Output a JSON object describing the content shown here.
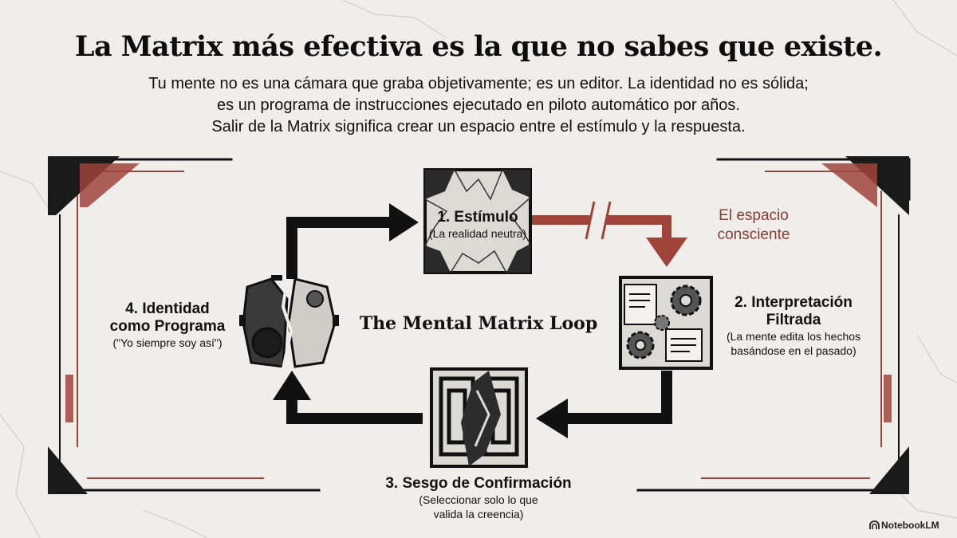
{
  "header": {
    "title": "La Matrix más efectiva es la que no sabes que existe.",
    "subtitle_lines": [
      "Tu mente no es una cámara que graba objetivamente; es un editor. La identidad no es sólida;",
      "es un programa de instrucciones ejecutado en piloto automático por años.",
      "Salir de la Matrix significa crear un espacio entre el estímulo y la respuesta."
    ]
  },
  "diagram": {
    "center_title": "The Mental Matrix Loop",
    "gap_label_lines": [
      "El espacio",
      "consciente"
    ],
    "nodes": [
      {
        "title": "1. Estímulo",
        "subtitle_lines": [
          "(La realidad neutra)"
        ]
      },
      {
        "title_lines": [
          "2. Interpretación",
          "Filtrada"
        ],
        "subtitle_lines": [
          "(La mente edita los hechos",
          "basándose en el pasado)"
        ]
      },
      {
        "title": "3. Sesgo de Confirmación",
        "subtitle_lines": [
          "(Seleccionar solo lo que",
          "valida la creencia)"
        ]
      },
      {
        "title_lines": [
          "4. Identidad",
          "como Programa"
        ],
        "subtitle_lines": [
          "(\"Yo siempre soy así\")"
        ]
      }
    ],
    "colors": {
      "arrow": "#111111",
      "accent": "#a0433b",
      "background": "#efeeea"
    },
    "icons": [
      "cracked-tile-icon",
      "gears-document-icon",
      "broken-maze-icon",
      "broken-gear-icon"
    ]
  },
  "footer": {
    "brand": "NotebookLM",
    "brand_icon": "notebooklm-logo-icon"
  }
}
